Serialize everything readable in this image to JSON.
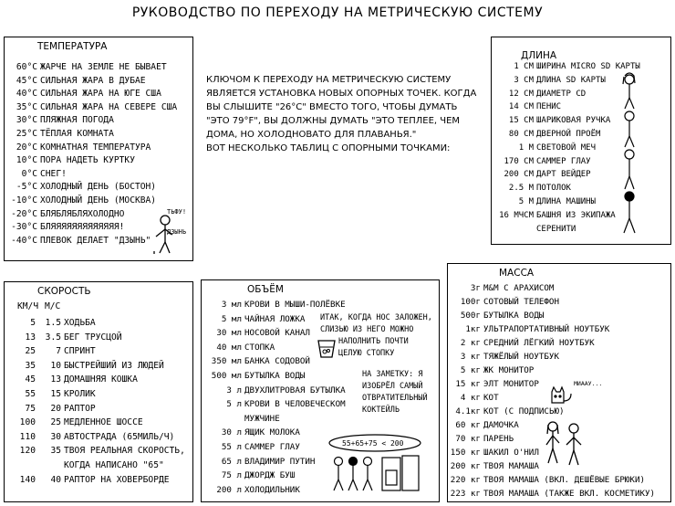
{
  "title": "РУКОВОДСТВО ПО ПЕРЕХОДУ НА МЕТРИЧЕСКУЮ СИСТЕМУ",
  "intro": [
    "КЛЮЧОМ К ПЕРЕХОДУ НА МЕТРИЧЕСКУЮ СИСТЕМУ",
    "ЯВЛЯЕТСЯ УСТАНОВКА НОВЫХ ОПОРНЫХ ТОЧЕК. КОГДА",
    "ВЫ СЛЫШИТЕ \"26°C\" ВМЕСТО ТОГО, ЧТОБЫ ДУМАТЬ",
    "\"ЭТО 79°F\", ВЫ ДОЛЖНЫ ДУМАТЬ \"ЭТО ТЕПЛЕЕ, ЧЕМ",
    "ДОМА, НО ХОЛОДНОВАТО ДЛЯ ПЛАВАНЬЯ.\"",
    "ВОТ НЕСКОЛЬКО ТАБЛИЦ С ОПОРНЫМИ ТОЧКАМИ:"
  ],
  "temperature": {
    "title": "ТЕМПЕРАТУРА",
    "rows": [
      {
        "v": "60°C",
        "t": "ЖАРЧЕ НА ЗЕМЛЕ НЕ БЫВАЕТ"
      },
      {
        "v": "45°C",
        "t": "СИЛЬНАЯ ЖАРА В ДУБАЕ"
      },
      {
        "v": "40°C",
        "t": "СИЛЬНАЯ ЖАРА НА ЮГЕ США"
      },
      {
        "v": "35°C",
        "t": "СИЛЬНАЯ ЖАРА НА СЕВЕРЕ США"
      },
      {
        "v": "30°C",
        "t": "ПЛЯЖНАЯ ПОГОДА"
      },
      {
        "v": "25°C",
        "t": "ТЁПЛАЯ КОМНАТА"
      },
      {
        "v": "20°C",
        "t": "КОМНАТНАЯ ТЕМПЕРАТУРА"
      },
      {
        "v": "10°C",
        "t": "ПОРА НАДЕТЬ КУРТКУ"
      },
      {
        "v": "0°C",
        "t": "СНЕГ!"
      },
      {
        "v": "-5°C",
        "t": "ХОЛОДНЫЙ ДЕНЬ (БОСТОН)"
      },
      {
        "v": "-10°C",
        "t": "ХОЛОДНЫЙ ДЕНЬ (МОСКВА)"
      },
      {
        "v": "-20°C",
        "t": "БЛЯБЛЯБЛЯХОЛОДНО"
      },
      {
        "v": "-30°C",
        "t": "БЛЯЯЯЯЯЯЯЯЯЯЯЯЯ!"
      },
      {
        "v": "-40°C",
        "t": "ПЛЕВОК ДЕЛАЕТ \"ДЗЫНЬ\""
      }
    ],
    "spit": "ТЬФУ!",
    "ding": "ДЗЫНЬ"
  },
  "length": {
    "title": "ДЛИНА",
    "rows": [
      {
        "v": "1 СМ",
        "t": "ШИРИНА MICRO SD КАРТЫ"
      },
      {
        "v": "3 СМ",
        "t": "ДЛИНА SD КАРТЫ"
      },
      {
        "v": "12 СМ",
        "t": "ДИАМЕТР CD"
      },
      {
        "v": "14 СМ",
        "t": "ПЕНИС"
      },
      {
        "v": "15 СМ",
        "t": "ШАРИКОВАЯ РУЧКА"
      },
      {
        "v": "80 СМ",
        "t": "ДВЕРНОЙ ПРОЁМ"
      },
      {
        "v": "1 М",
        "t": "СВЕТОВОЙ МЕЧ"
      },
      {
        "v": "170 СМ",
        "t": "САММЕР ГЛАУ"
      },
      {
        "v": "200 СМ",
        "t": "ДАРТ ВЕЙДЕР"
      },
      {
        "v": "2.5 М",
        "t": "ПОТОЛОК"
      },
      {
        "v": "5 М",
        "t": "ДЛИНА МАШИНЫ"
      },
      {
        "v": "16 МЧСМ",
        "t": "БАШНЯ ИЗ ЭКИПАЖА"
      },
      {
        "v": "",
        "t": "СЕРЕНИТИ"
      }
    ]
  },
  "speed": {
    "title": "СКОРОСТЬ",
    "h1": "КМ/Ч",
    "h2": "М/С",
    "rows": [
      {
        "k": "5",
        "m": "1.5",
        "t": "ХОДЬБА"
      },
      {
        "k": "13",
        "m": "3.5",
        "t": "БЕГ ТРУСЦОЙ"
      },
      {
        "k": "25",
        "m": "7",
        "t": "СПРИНТ"
      },
      {
        "k": "35",
        "m": "10",
        "t": "БЫСТРЕЙШИЙ ИЗ ЛЮДЕЙ"
      },
      {
        "k": "45",
        "m": "13",
        "t": "ДОМАШНЯЯ КОШКА"
      },
      {
        "k": "55",
        "m": "15",
        "t": "КРОЛИК"
      },
      {
        "k": "75",
        "m": "20",
        "t": "РАПТОР"
      },
      {
        "k": "100",
        "m": "25",
        "t": "МЕДЛЕННОЕ ШОССЕ"
      },
      {
        "k": "110",
        "m": "30",
        "t": "АВТОСТРАДА (65МИЛЬ/Ч)"
      },
      {
        "k": "120",
        "m": "35",
        "t": "ТВОЯ РЕАЛЬНАЯ СКОРОСТЬ,"
      },
      {
        "k": "",
        "m": "",
        "t": "КОГДА НАПИСАНО \"65\""
      },
      {
        "k": "140",
        "m": "40",
        "t": "РАПТОР НА ХОВЕРБОРДЕ"
      }
    ]
  },
  "volume": {
    "title": "ОБЪЁМ",
    "rows": [
      {
        "v": "3 мл",
        "t": "КРОВИ В МЫШИ-ПОЛЁВКЕ"
      },
      {
        "v": "5 мл",
        "t": "ЧАЙНАЯ ЛОЖКА"
      },
      {
        "v": "30 мл",
        "t": "НОСОВОЙ КАНАЛ"
      },
      {
        "v": "40 мл",
        "t": "СТОПКА"
      },
      {
        "v": "350 мл",
        "t": "БАНКА СОДОВОЙ"
      },
      {
        "v": "500 мл",
        "t": "БУТЫЛКА ВОДЫ"
      },
      {
        "v": "3 л",
        "t": "ДВУХЛИТРОВАЯ БУТЫЛКА"
      },
      {
        "v": "5 л",
        "t": "КРОВИ В ЧЕЛОВЕЧЕСКОМ"
      },
      {
        "v": "",
        "t": "МУЖЧИНЕ"
      },
      {
        "v": "30 л",
        "t": "ЯЩИК МОЛОКА"
      },
      {
        "v": "55 л",
        "t": "САММЕР ГЛАУ"
      },
      {
        "v": "65 л",
        "t": "ВЛАДИМИР ПУТИН"
      },
      {
        "v": "75 л",
        "t": "ДЖОРДЖ БУШ"
      },
      {
        "v": "200 л",
        "t": "ХОЛОДИЛЬНИК"
      }
    ],
    "note1": [
      "ИТАК, КОГДА НОС ЗАЛОЖЕН,",
      "СЛИЗЬЮ ИЗ НЕГО МОЖНО",
      "НАПОЛНИТЬ ПОЧТИ",
      "ЦЕЛУЮ СТОПКУ"
    ],
    "note2": [
      "НА ЗАМЕТКУ: Я",
      "ИЗОБРЁЛ САМЫЙ",
      "ОТВРАТИТЕЛЬНЫЙ",
      "КОКТЕЙЛЬ"
    ],
    "sum": "55+65+75 < 200"
  },
  "mass": {
    "title": "МАССА",
    "rows": [
      {
        "v": "3г",
        "t": "M&M С АРАХИСОМ"
      },
      {
        "v": "100г",
        "t": "СОТОВЫЙ ТЕЛЕФОН"
      },
      {
        "v": "500г",
        "t": "БУТЫЛКА ВОДЫ"
      },
      {
        "v": "1кг",
        "t": "УЛЬТРАПОРТАТИВНЫЙ НОУТБУК"
      },
      {
        "v": "2 кг",
        "t": "СРЕДНИЙ ЛЁГКИЙ НОУТБУК"
      },
      {
        "v": "3 кг",
        "t": "ТЯЖЁЛЫЙ НОУТБУК"
      },
      {
        "v": "5 кг",
        "t": "ЖК МОНИТОР"
      },
      {
        "v": "15 кг",
        "t": "ЭЛТ МОНИТОР"
      },
      {
        "v": "4 кг",
        "t": "КОТ"
      },
      {
        "v": "4.1кг",
        "t": "КОТ (С ПОДПИСЬЮ)"
      },
      {
        "v": "60 кг",
        "t": "ДАМОЧКА"
      },
      {
        "v": "70 кг",
        "t": "ПАРЕНЬ"
      },
      {
        "v": "150 кг",
        "t": "ШАКИЛ О'НИЛ"
      },
      {
        "v": "200 кг",
        "t": "ТВОЯ МАМАША"
      },
      {
        "v": "220 кг",
        "t": "ТВОЯ МАМАША (ВКЛ. ДЕШЁВЫЕ БРЮКИ)"
      },
      {
        "v": "223 кг",
        "t": "ТВОЯ МАМАША (ТАКЖЕ ВКЛ. КОСМЕТИКУ)"
      }
    ],
    "cat": "МИААУ..."
  }
}
